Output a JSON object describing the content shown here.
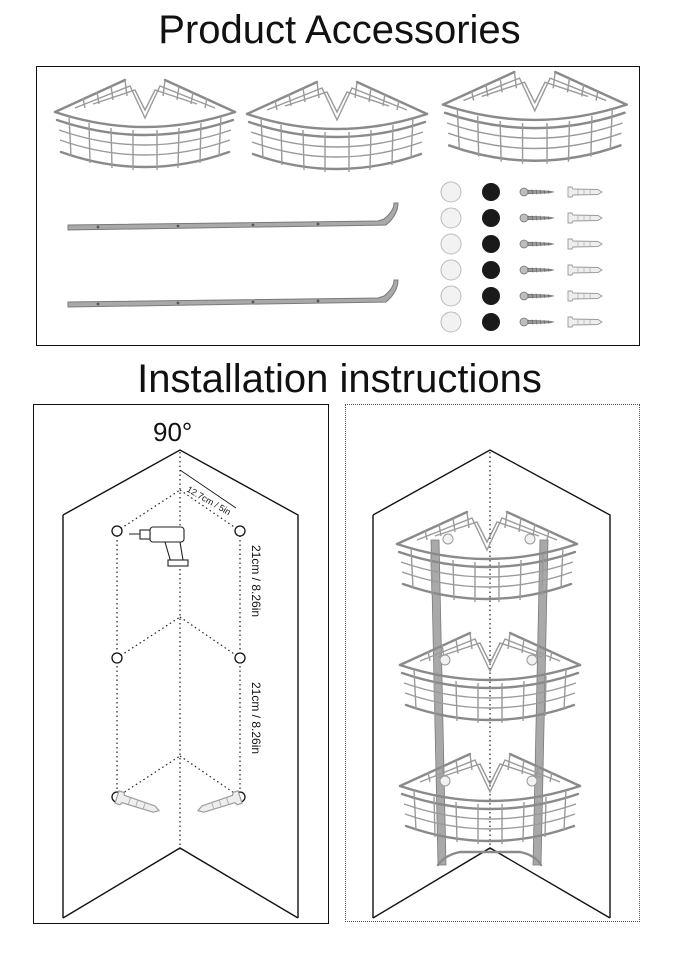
{
  "headings": {
    "accessories": "Product Accessories",
    "installation": "Installation instructions"
  },
  "diagram": {
    "angle_label": "90°",
    "width_label": "12.7cm / 5in",
    "spacing_upper": "21cm / 8.26in",
    "spacing_lower": "21cm / 8.26in"
  },
  "accessories": {
    "baskets": 3,
    "rods": 2,
    "hardware_columns": [
      "white-cap",
      "black-cap",
      "screw",
      "wall-anchor"
    ],
    "hardware_rows": 6
  },
  "colors": {
    "metal": "#8a8a8a",
    "ink": "#111111",
    "black_cap": "#1a1a1a",
    "white_cap": "#f2f2f2"
  }
}
